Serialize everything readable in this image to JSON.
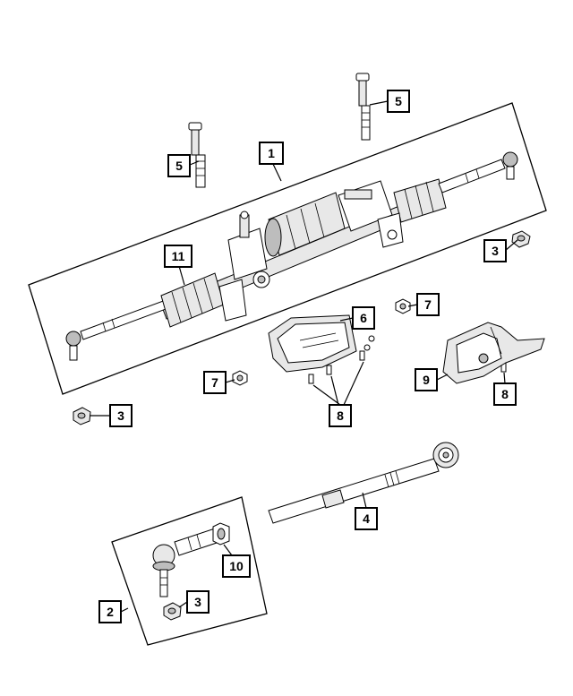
{
  "callouts": [
    {
      "id": "c1",
      "label": "1"
    },
    {
      "id": "c2",
      "label": "2"
    },
    {
      "id": "c3a",
      "label": "3"
    },
    {
      "id": "c3b",
      "label": "3"
    },
    {
      "id": "c3c",
      "label": "3"
    },
    {
      "id": "c4",
      "label": "4"
    },
    {
      "id": "c5a",
      "label": "5"
    },
    {
      "id": "c5b",
      "label": "5"
    },
    {
      "id": "c6",
      "label": "6"
    },
    {
      "id": "c7a",
      "label": "7"
    },
    {
      "id": "c7b",
      "label": "7"
    },
    {
      "id": "c8a",
      "label": "8"
    },
    {
      "id": "c8b",
      "label": "8"
    },
    {
      "id": "c9",
      "label": "9"
    },
    {
      "id": "c10",
      "label": "10"
    },
    {
      "id": "c11",
      "label": "11"
    }
  ],
  "parts": [
    "steering-gear-assembly",
    "outer-tie-rod-end",
    "nut",
    "inner-tie-rod",
    "bolt",
    "shield",
    "nut",
    "screw",
    "bracket",
    "jam-nut",
    "boot"
  ],
  "colors": {
    "line": "#000000",
    "background": "#ffffff",
    "fill_light": "#e8e8e8",
    "fill_dark": "#bdbdbd"
  }
}
